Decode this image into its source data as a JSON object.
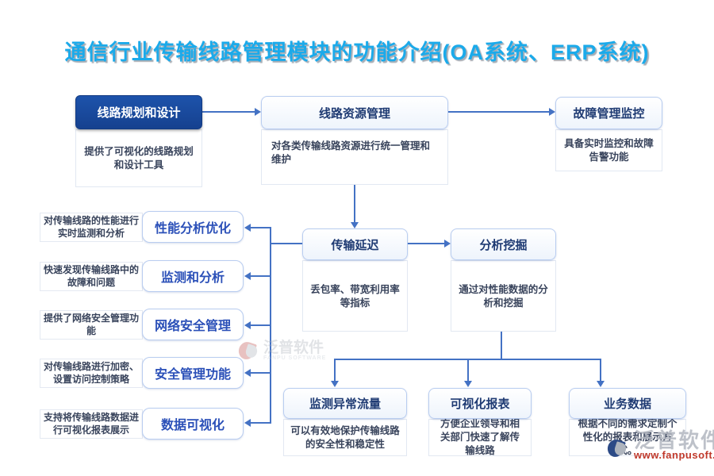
{
  "title": "通信行业传输线路管理模块的功能介绍(OA系统、ERP系统)",
  "colors": {
    "title_blue": "#1BAAEA",
    "dark_box_blue": "#16418F",
    "header_text_navy": "#1F3B73",
    "side_label_blue": "#2B50B8",
    "connector_blue": "#4472C4",
    "watermark_url_red": "#C0392B"
  },
  "top_row": [
    {
      "label": "线路规划和设计",
      "desc": "提供了可视化的线路规划和设计工具"
    },
    {
      "label": "线路资源管理",
      "desc": "对各类传输线路资源进行统一管理和维护"
    },
    {
      "label": "故障管理监控",
      "desc": "具备实时监控和故障告警功能"
    }
  ],
  "middle_row": [
    {
      "label": "传输延迟",
      "desc": "丢包率、带宽利用率等指标"
    },
    {
      "label": "分析挖掘",
      "desc": "通过对性能数据的分析和挖掘"
    }
  ],
  "left_rows": [
    {
      "desc": "对传输线路的性能进行实时监测和分析",
      "label": "性能分析优化"
    },
    {
      "desc": "快速发现传输线路中的故障和问题",
      "label": "监测和分析"
    },
    {
      "desc": "提供了网络安全管理功能",
      "label": "网络安全管理"
    },
    {
      "desc": "对传输线路进行加密、设置访问控制策略",
      "label": "安全管理功能"
    },
    {
      "desc": "支持将传输线路数据进行可视化报表展示",
      "label": "数据可视化"
    }
  ],
  "bottom_row": [
    {
      "label": "监测异常流量",
      "desc": "可以有效地保护传输线路的安全性和稳定性"
    },
    {
      "label": "可视化报表",
      "desc": "方便企业领导和相关部门快速了解传输线路"
    },
    {
      "label": "业务数据",
      "desc": "根据不同的需求定制个性化的报表和展示方式。"
    }
  ],
  "watermark": {
    "center": {
      "brand": "泛普软件",
      "sub": "FANPU SOFTWARE"
    },
    "corner": {
      "brand": "泛普软件",
      "url": "www.fanpusoft.com"
    }
  }
}
